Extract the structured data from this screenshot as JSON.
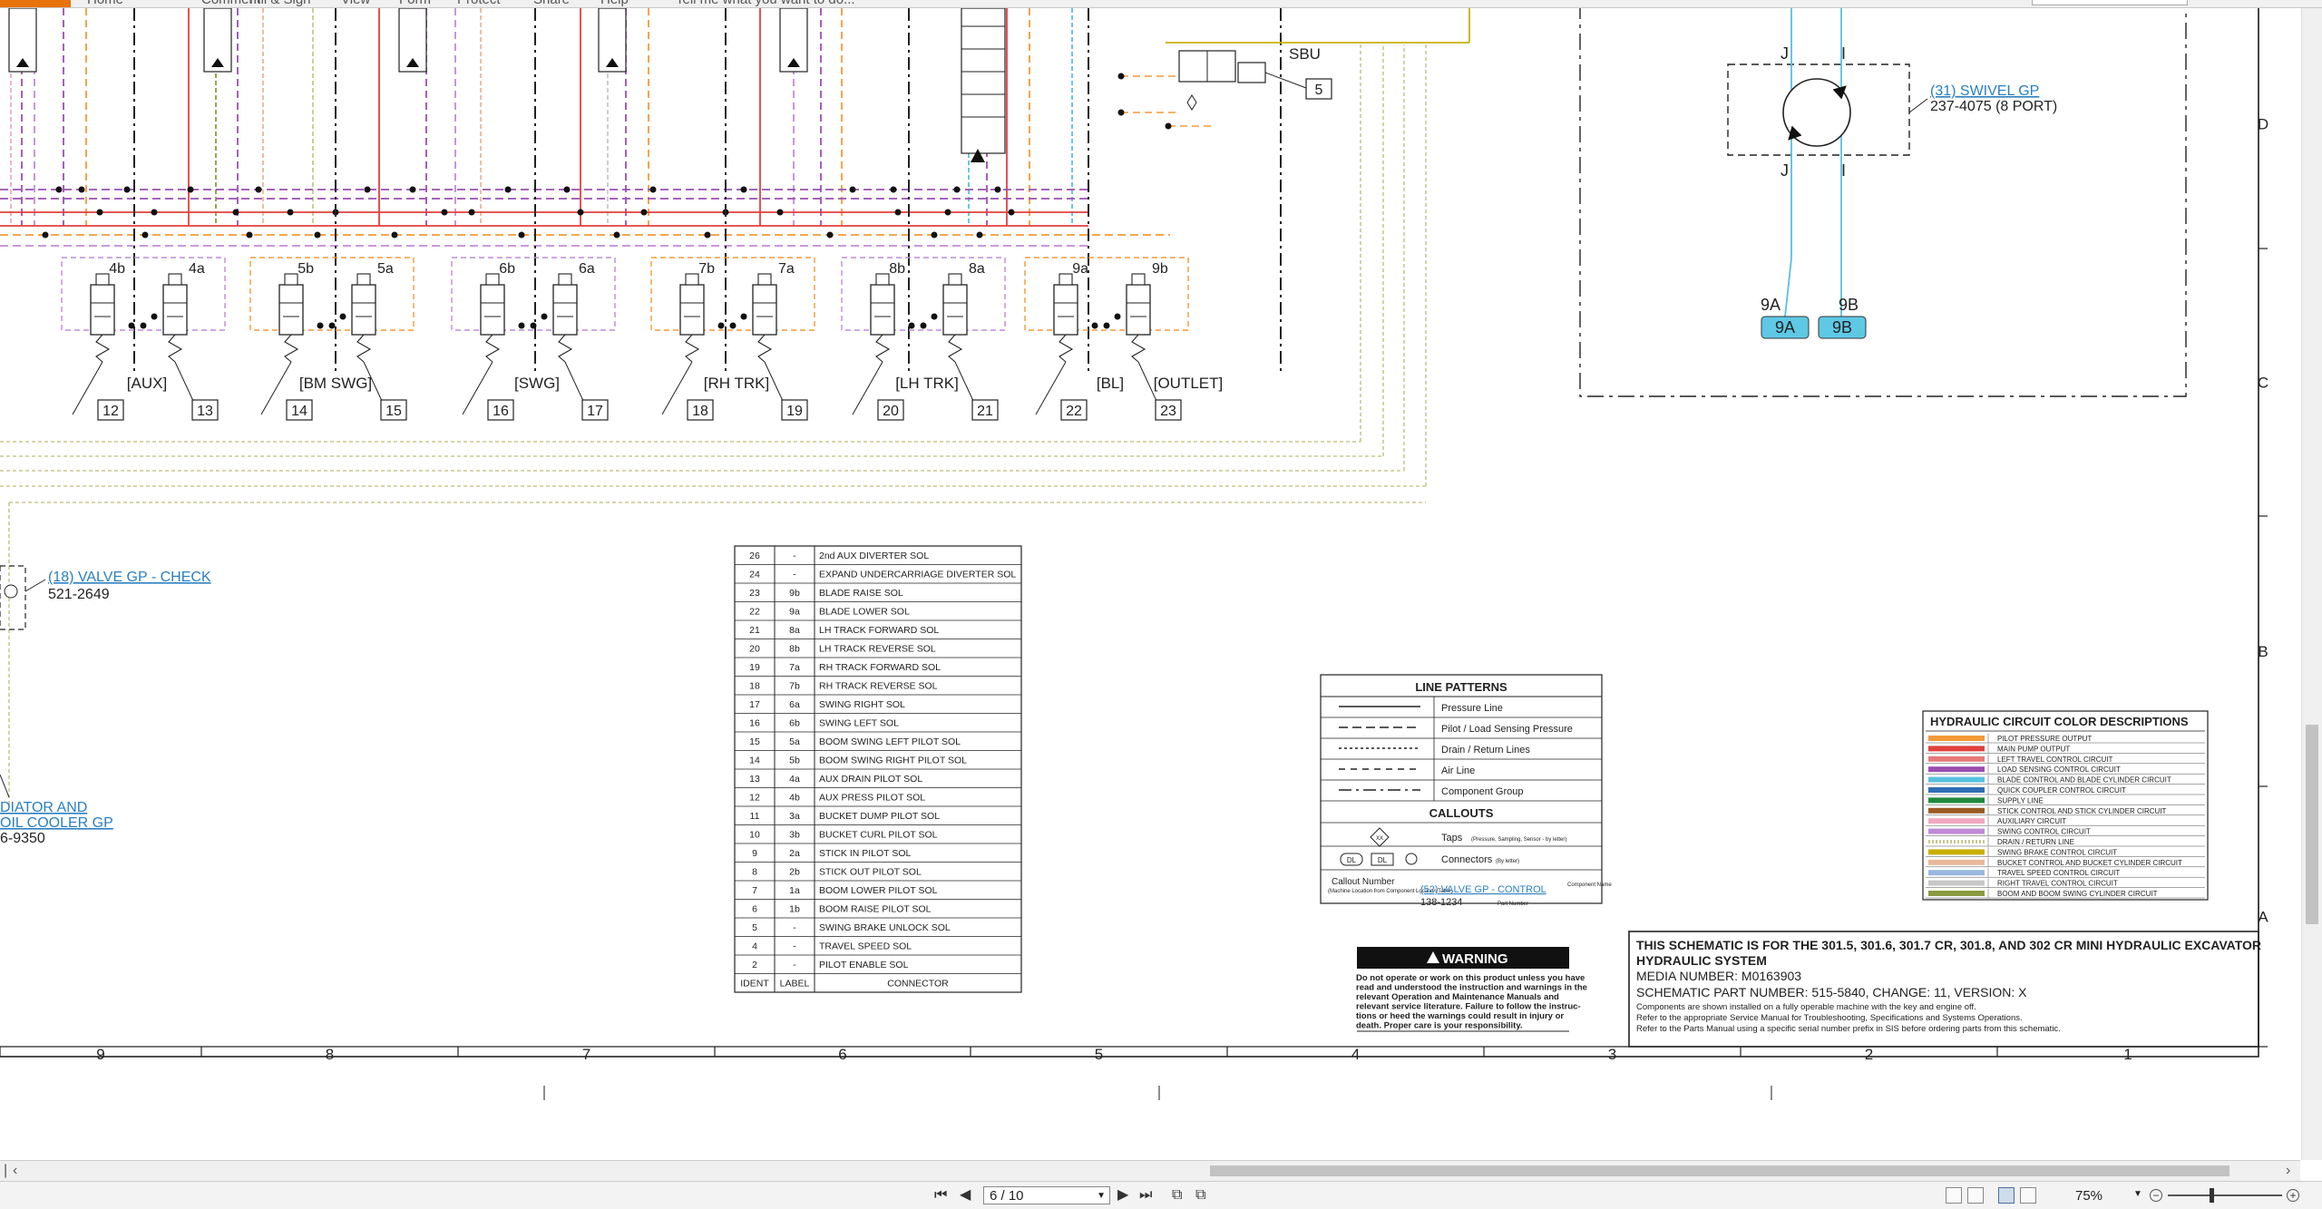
{
  "ribbon": {
    "menu": [
      "Home",
      "Comment",
      "Fill & Sign",
      "View",
      "Form",
      "Protect",
      "Share",
      "Help"
    ],
    "search_hint": "Tell me what you want to do..."
  },
  "valve_sections": [
    {
      "label": "[AUX]",
      "sol_left": "4b",
      "sol_right": "4a",
      "num_left": "12",
      "num_right": "13"
    },
    {
      "label": "[BM SWG]",
      "sol_left": "5b",
      "sol_right": "5a",
      "num_left": "14",
      "num_right": "15"
    },
    {
      "label": "[SWG]",
      "sol_left": "6b",
      "sol_right": "6a",
      "num_left": "16",
      "num_right": "17"
    },
    {
      "label": "[RH TRK]",
      "sol_left": "7b",
      "sol_right": "7a",
      "num_left": "18",
      "num_right": "19"
    },
    {
      "label": "[LH TRK]",
      "sol_left": "8b",
      "sol_right": "8a",
      "num_left": "20",
      "num_right": "21"
    },
    {
      "label": "[BL]",
      "sol_left": "9a",
      "sol_right": "9b",
      "num_left": "22",
      "num_right": "23"
    }
  ],
  "outlet_label": "[OUTLET]",
  "sbu": {
    "label": "SBU",
    "number": "5"
  },
  "swivel": {
    "port_left": "J",
    "port_right": "I",
    "link": "(31) SWIVEL GP",
    "part": "237-4075 (8 PORT)",
    "conn_left": "9A",
    "conn_right": "9B"
  },
  "check_valve": {
    "link": "(18) VALVE GP - CHECK",
    "part": "521-2649"
  },
  "radiator": {
    "line1": "DIATOR AND",
    "line2": "OIL COOLER GP",
    "part": "6-9350"
  },
  "connector_table": {
    "rows": [
      [
        "26",
        "-",
        "2nd AUX DIVERTER SOL"
      ],
      [
        "24",
        "-",
        "EXPAND UNDERCARRIAGE DIVERTER SOL"
      ],
      [
        "23",
        "9b",
        "BLADE RAISE SOL"
      ],
      [
        "22",
        "9a",
        "BLADE LOWER SOL"
      ],
      [
        "21",
        "8a",
        "LH TRACK FORWARD SOL"
      ],
      [
        "20",
        "8b",
        "LH TRACK REVERSE SOL"
      ],
      [
        "19",
        "7a",
        "RH TRACK FORWARD SOL"
      ],
      [
        "18",
        "7b",
        "RH TRACK REVERSE SOL"
      ],
      [
        "17",
        "6a",
        "SWING RIGHT SOL"
      ],
      [
        "16",
        "6b",
        "SWING LEFT SOL"
      ],
      [
        "15",
        "5a",
        "BOOM SWING LEFT PILOT SOL"
      ],
      [
        "14",
        "5b",
        "BOOM SWING RIGHT PILOT SOL"
      ],
      [
        "13",
        "4a",
        "AUX DRAIN PILOT SOL"
      ],
      [
        "12",
        "4b",
        "AUX PRESS PILOT SOL"
      ],
      [
        "11",
        "3a",
        "BUCKET DUMP PILOT SOL"
      ],
      [
        "10",
        "3b",
        "BUCKET CURL PILOT SOL"
      ],
      [
        "9",
        "2a",
        "STICK IN PILOT SOL"
      ],
      [
        "8",
        "2b",
        "STICK OUT PILOT SOL"
      ],
      [
        "7",
        "1a",
        "BOOM LOWER PILOT SOL"
      ],
      [
        "6",
        "1b",
        "BOOM RAISE PILOT SOL"
      ],
      [
        "5",
        "-",
        "SWING BRAKE UNLOCK SOL"
      ],
      [
        "4",
        "-",
        "TRAVEL SPEED SOL"
      ],
      [
        "2",
        "-",
        "PILOT ENABLE SOL"
      ]
    ],
    "headers": [
      "IDENT",
      "LABEL",
      "CONNECTOR"
    ]
  },
  "line_patterns": {
    "title": "LINE PATTERNS",
    "items": [
      "Pressure Line",
      "Pilot / Load Sensing Pressure",
      "Drain / Return Lines",
      "Air Line",
      "Component Group"
    ],
    "callouts_title": "CALLOUTS",
    "taps": "Taps",
    "taps_note": "(Pressure, Sampling, Sensor - by letter)",
    "connectors": "Connectors",
    "connectors_note": "(By letter)",
    "tap_symbol": "XX",
    "conn_symbols": [
      "DL",
      "DL"
    ],
    "callout_number": "Callout Number",
    "callout_note": "(Machine Location from Component Location Table)",
    "callout_link": "(52) VALVE GP - CONTROL",
    "component_name": "Component Name",
    "part_number_value": "138-1234",
    "part_number": "Part Number"
  },
  "color_legend": {
    "title": "HYDRAULIC CIRCUIT COLOR DESCRIPTIONS",
    "items": [
      {
        "label": "PILOT PRESSURE OUTPUT",
        "color": "#f39a3a",
        "dotted": false
      },
      {
        "label": "MAIN PUMP OUTPUT",
        "color": "#e0403c",
        "dotted": false
      },
      {
        "label": "LEFT TRAVEL CONTROL CIRCUIT",
        "color": "#e87a7a",
        "dotted": false
      },
      {
        "label": "LOAD SENSING CONTROL CIRCUIT",
        "color": "#9a4fb0",
        "dotted": false
      },
      {
        "label": "BLADE CONTROL AND BLADE CYLINDER CIRCUIT",
        "color": "#58c0e0",
        "dotted": false
      },
      {
        "label": "QUICK COUPLER CONTROL CIRCUIT",
        "color": "#2f6fb5",
        "dotted": false
      },
      {
        "label": "SUPPLY LINE",
        "color": "#1f8a3a",
        "dotted": false
      },
      {
        "label": "STICK CONTROL AND STICK CYLINDER CIRCUIT",
        "color": "#9a5a22",
        "dotted": false
      },
      {
        "label": "AUXILIARY CIRCUIT",
        "color": "#f2a8c0",
        "dotted": false
      },
      {
        "label": "SWING CONTROL CIRCUIT",
        "color": "#c08ad8",
        "dotted": false
      },
      {
        "label": "DRAIN / RETURN LINE",
        "color": "#c8c890",
        "dotted": true
      },
      {
        "label": "SWING BRAKE CONTROL CIRCUIT",
        "color": "#c8b000",
        "dotted": false
      },
      {
        "label": "BUCKET CONTROL AND BUCKET CYLINDER CIRCUIT",
        "color": "#e8b89a",
        "dotted": false
      },
      {
        "label": "TRAVEL SPEED CONTROL CIRCUIT",
        "color": "#98b8e0",
        "dotted": false
      },
      {
        "label": "RIGHT TRAVEL CONTROL CIRCUIT",
        "color": "#c8c8c8",
        "dotted": false
      },
      {
        "label": "BOOM AND BOOM SWING CYLINDER CIRCUIT",
        "color": "#8a9a40",
        "dotted": false
      }
    ]
  },
  "warning": {
    "title": "WARNING",
    "lines": [
      "Do not operate or work on this product unless you have",
      "read and understood the instruction and warnings in the",
      "relevant Operation and Maintenance Manuals and",
      "relevant service literature. Failure to follow the instruc-",
      "tions or heed the warnings could result in injury or",
      "death. Proper care is your responsibility."
    ]
  },
  "title_block": {
    "line1": "THIS SCHEMATIC IS FOR THE 301.5, 301.6, 301.7 CR, 301.8, AND 302 CR MINI HYDRAULIC EXCAVATOR",
    "line2": "HYDRAULIC SYSTEM",
    "media": "MEDIA NUMBER: M0163903",
    "part": "SCHEMATIC PART NUMBER: 515-5840, CHANGE: 11, VERSION: X",
    "notes": [
      "Components are shown installed on a fully operable machine with the key and engine off.",
      "Refer to the appropriate Service Manual for Troubleshooting, Specifications and Systems Operations.",
      "Refer to the Parts Manual using a specific serial number prefix in SIS before ordering parts from this schematic."
    ]
  },
  "grid": {
    "columns": [
      "9",
      "8",
      "7",
      "6",
      "5",
      "4",
      "3",
      "2",
      "1"
    ],
    "rows": [
      "D",
      "C",
      "B",
      "A"
    ]
  },
  "toolbar": {
    "page_display": "6 / 10",
    "zoom": "75%"
  },
  "colors": {
    "main_pump": "#e0403c",
    "pilot": "#f39a3a",
    "load_sense": "#9a4fb0",
    "blade": "#58c0e0",
    "aux": "#f2a8c0",
    "swing": "#c08ad8",
    "drain": "#c8c890",
    "swing_brake": "#c8b000",
    "bucket": "#e8b89a",
    "right_travel": "#c8c8c8",
    "boom": "#8a9a40",
    "link": "#2a7fc0",
    "connector_fill": "#5ec8e5"
  }
}
